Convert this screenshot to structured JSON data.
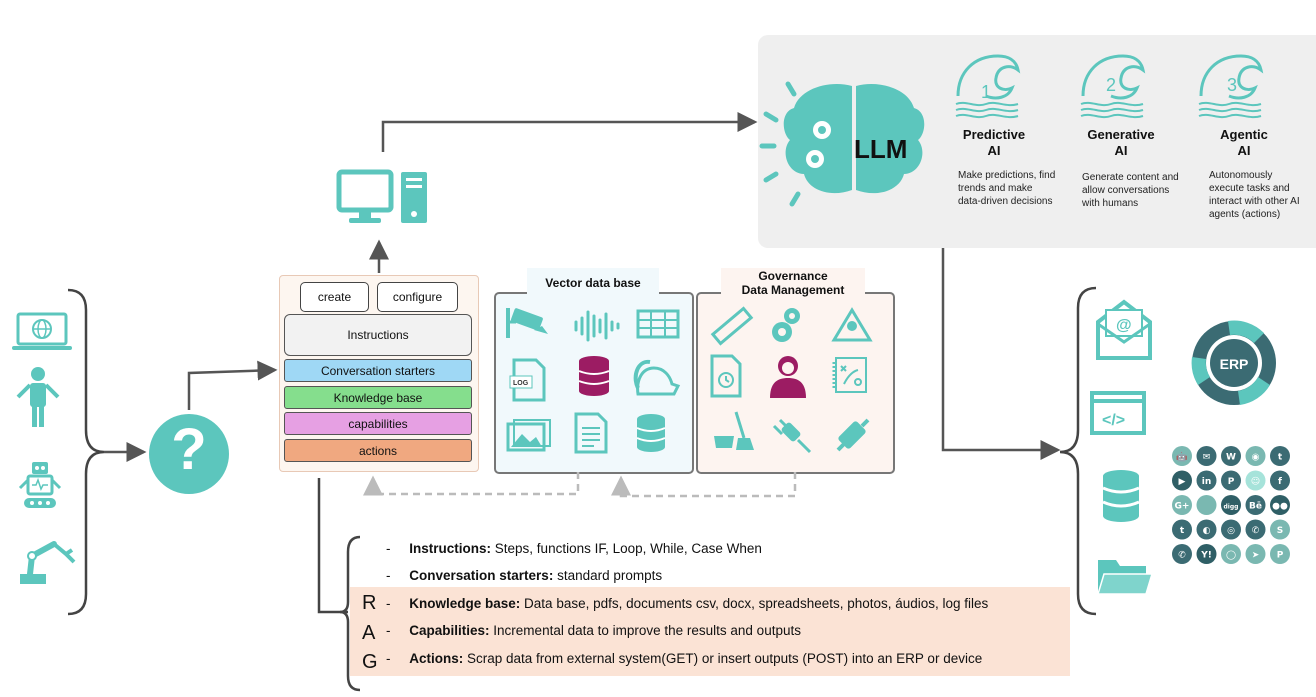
{
  "llm": {
    "label": "LLM",
    "types": [
      {
        "number": "1",
        "title_line1": "Predictive",
        "title_line2": "AI",
        "description": "Make predictions, find trends and make data-driven decisions"
      },
      {
        "number": "2",
        "title_line1": "Generative",
        "title_line2": "AI",
        "description": "Generate content and allow conversations with humans"
      },
      {
        "number": "3",
        "title_line1": "Agentic",
        "title_line2": "AI",
        "description": "Autonomously execute tasks and interact with other AI agents (actions)"
      }
    ]
  },
  "gpt_config": {
    "create_label": "create",
    "configure_label": "configure",
    "instructions_label": "Instructions",
    "bars": [
      {
        "label": "Conversation starters",
        "color": "#9fd8f5"
      },
      {
        "label": "Knowledge base",
        "color": "#85de8d"
      },
      {
        "label": "capabilities",
        "color": "#e6a0e3"
      },
      {
        "label": "actions",
        "color": "#f0a880"
      }
    ]
  },
  "vector_db": {
    "label": "Vector data base",
    "icons": [
      "cctv-camera-icon",
      "audio-waveform-icon",
      "spreadsheet-grid-icon",
      "log-file-icon",
      "database-icon",
      "skunk-icon",
      "image-gallery-icon",
      "document-icon",
      "database-stack-icon"
    ],
    "log_text": "LOG"
  },
  "governance": {
    "label_line1": "Governance",
    "label_line2": "Data Management",
    "icons": [
      "ruler-icon",
      "gears-icon",
      "hazard-sign-icon",
      "timer-document-icon",
      "person-icon",
      "strategy-board-icon",
      "cleaning-tools-icon",
      "plug-icon",
      "connector-icon"
    ]
  },
  "notes": [
    {
      "term": "Instructions:",
      "text": " Steps, functions IF, Loop, While, Case When"
    },
    {
      "term": "Conversation starters:",
      "text": " standard prompts"
    },
    {
      "term": "Knowledge base:",
      "text": " Data base, pdfs, documents csv, docx, spreadsheets, photos, áudios, log files"
    },
    {
      "term": "Capabilities:",
      "text": " Incremental data to improve the results and outputs"
    },
    {
      "term": "Actions:",
      "text": " Scrap data from external system(GET) or insert outputs (POST) into an ERP or device"
    }
  ],
  "note_dash": "-",
  "rag_letters": [
    "R",
    "A",
    "G"
  ],
  "users": [
    "laptop-globe-icon",
    "person-icon",
    "robot-icon",
    "robotic-arm-icon"
  ],
  "question_mark": "?",
  "outputs": {
    "icons": [
      "email-icon",
      "code-window-icon",
      "database-icon",
      "folder-icon"
    ],
    "erp_label": "ERP",
    "social_icons": [
      "android-icon",
      "messenger-icon",
      "wordpress-icon",
      "rss-icon",
      "twitter-icon",
      "youtube-icon",
      "linkedin-icon",
      "pinterest-icon",
      "snapchat-icon",
      "facebook-icon",
      "google-plus-icon",
      "apple-icon",
      "digg-icon",
      "behance-icon",
      "flickr-icon",
      "tumblr-icon",
      "reddit-icon",
      "instagram-icon",
      "viber-icon",
      "skype-icon",
      "whatsapp-icon",
      "yahoo-icon",
      "line-icon",
      "telegram-icon",
      "paypal-icon"
    ],
    "social_glyphs": [
      "🤖",
      "✉",
      "W",
      "◉",
      "t",
      "▶",
      "in",
      "P",
      "☺",
      "f",
      "G+",
      "",
      "digg",
      "Bē",
      "●●",
      "t",
      "◐",
      "◎",
      "✆",
      "S",
      "✆",
      "Y!",
      "◯",
      "➤",
      "P"
    ],
    "social_colors": [
      "#7ab8b1",
      "#3b6b73",
      "#3b6b73",
      "#7ab8b1",
      "#3b6b73",
      "#2f5f66",
      "#3b6b73",
      "#3b6b73",
      "#a6e3da",
      "#3b6b73",
      "#7ab8b1",
      "#7ab8b1",
      "#2f5f66",
      "#3b6b73",
      "#2f5f66",
      "#3b6b73",
      "#3b6b73",
      "#3b6b73",
      "#3b6b73",
      "#7ab8b1",
      "#3b6b73",
      "#2f5f66",
      "#7ab8b1",
      "#7ab8b1",
      "#7ab8b1"
    ]
  },
  "colors": {
    "teal": "#5cc6bd",
    "dark_teal": "#3b6b73",
    "magenta": "#9c1c63",
    "arrow": "#555555",
    "dash": "#bbbbbb"
  }
}
